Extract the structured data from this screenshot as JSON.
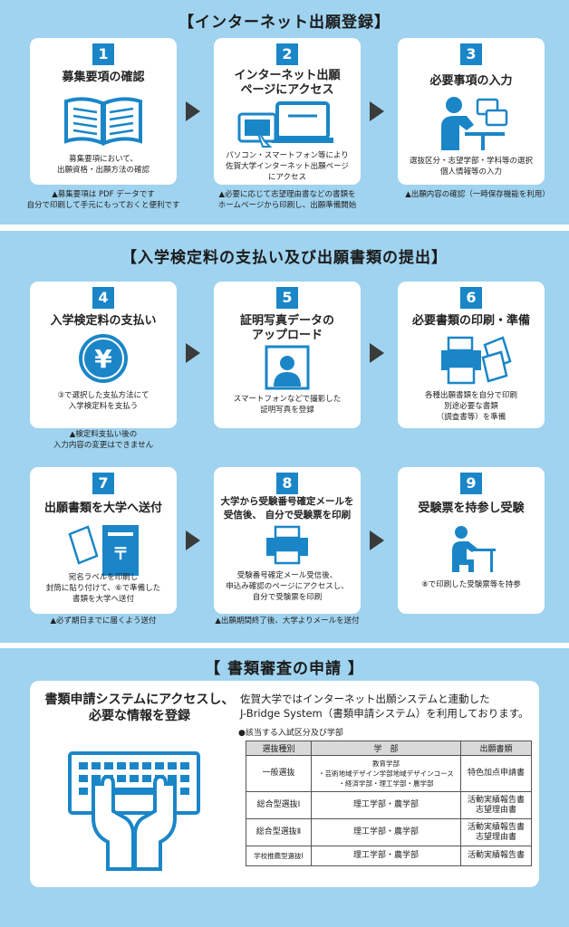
{
  "section1": {
    "title": "【インターネット出願登録】",
    "steps": [
      {
        "num": "1",
        "title": "募集要項の確認",
        "desc": "募集要項において、\n出願資格・出願方法の確認",
        "note": "▲募集要項は PDF データです\n自分で印刷して手元にもっておくと便利です",
        "icon": "open-book-icon"
      },
      {
        "num": "2",
        "title": "インターネット出願\nページにアクセス",
        "desc": "パソコン・スマートフォン等により\n佐賀大学インターネット出願ページ\nにアクセス",
        "note": "▲必要に応じて志望理由書などの書類を\nホームページから印刷し、出願準備開始",
        "icon": "computer-tablet-icon"
      },
      {
        "num": "3",
        "title": "必要事項の入力",
        "desc": "選抜区分・志望学部・学科等の選択\n個人情報等の入力",
        "note": "▲出願内容の確認（一時保存機能を利用）",
        "icon": "person-at-computer-icon"
      }
    ]
  },
  "section2": {
    "title": "【入学検定料の支払い及び出願書類の提出】",
    "steps": [
      {
        "num": "4",
        "title": "入学検定料の支払い",
        "desc": "③で選択した支払方法にて\n入学検定料を支払う",
        "note": "▲検定料支払い後の\n入力内容の変更はできません",
        "icon": "yen-coin-icon"
      },
      {
        "num": "5",
        "title": "証明写真データの\nアップロード",
        "desc": "スマートフォンなどで撮影した\n証明写真を登録",
        "note": "",
        "icon": "id-photo-icon"
      },
      {
        "num": "6",
        "title": "必要書類の印刷・準備",
        "desc": "各種出願書類を自分で印刷\n別途必要な書類\n（調査書等）を準備",
        "note": "",
        "icon": "printer-documents-icon"
      },
      {
        "num": "7",
        "title": "出願書類を大学へ送付",
        "desc": "宛名ラベルを印刷し\n封筒に貼り付けて、⑥で準備した\n書類を大学へ送付",
        "note": "▲必ず期日までに届くよう送付",
        "icon": "mailbox-icon"
      },
      {
        "num": "8",
        "title": "大学から受験番号確定メールを\n受信後、 自分で受験票を印刷",
        "desc": "受験番号確定メール受信後、\n申込み確認のページにアクセスし、\n自分で受験票を印刷",
        "note": "▲出願期間終了後、大学よりメールを送付",
        "icon": "printer-icon"
      },
      {
        "num": "9",
        "title": "受験票を持参し受験",
        "desc": "⑧で印刷した受験票等を持参",
        "note": "",
        "icon": "exam-desk-icon"
      }
    ]
  },
  "section3": {
    "title": "【 書類審査の申請 】",
    "sys_title": "書類申請システムにアクセスし、\n必要な情報を登録",
    "sys_desc": "佐賀大学ではインターネット出願システムと連動した\nJ-Bridge System（書類申請システム）を利用しております。",
    "table_caption": "●該当する入試区分及び学部",
    "table": {
      "headers": [
        "選抜種別",
        "学　部",
        "出願書類"
      ],
      "rows": [
        {
          "type": "一般選抜",
          "faculty": "教育学部\n・芸術地域デザイン学部地域デザインコース\n・経済学部・理工学部・農学部",
          "docs": "特色加点申請書"
        },
        {
          "type": "総合型選抜Ⅰ",
          "faculty": "理工学部・農学部",
          "docs": "活動実績報告書\n志望理由書"
        },
        {
          "type": "総合型選抜Ⅱ",
          "faculty": "理工学部・農学部",
          "docs": "活動実績報告書\n志望理由書"
        },
        {
          "type": "学校推薦型選抜Ⅰ",
          "faculty": "理工学部・農学部",
          "docs": "活動実績報告書"
        }
      ]
    }
  },
  "colors": {
    "background": "#9fd3ef",
    "accent": "#1a86c8",
    "icon": "#1a86c8"
  }
}
